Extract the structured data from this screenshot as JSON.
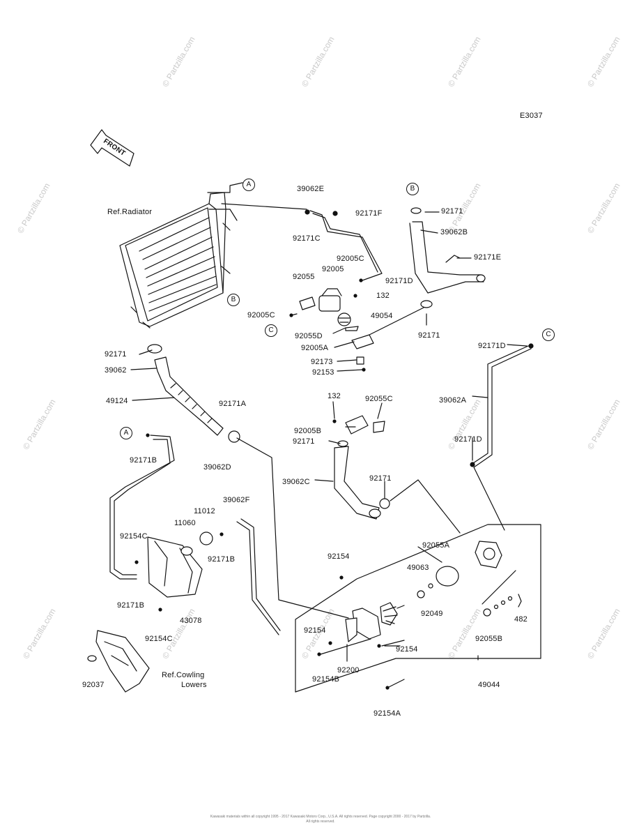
{
  "diagram_code": "E3037",
  "front_label": "FRONT",
  "watermark": "© Partzilla.com",
  "refs": {
    "radiator": "Ref.Radiator",
    "cowling_line1": "Ref.Cowling",
    "cowling_line2": "Lowers"
  },
  "markers": {
    "A": "A",
    "B": "B",
    "C": "C"
  },
  "parts": {
    "p39062E": "39062E",
    "p92171F": "92171F",
    "p92171C": "92171C",
    "p92005C_top": "92005C",
    "p92005": "92005",
    "p92055": "92055",
    "p92171D_top": "92171D",
    "p132_top": "132",
    "p92005C_left": "92005C",
    "p49054": "49054",
    "p92055D": "92055D",
    "p92005A": "92005A",
    "p92173": "92173",
    "p92153": "92153",
    "p92171_top_right": "92171",
    "p39062B": "39062B",
    "p92171E": "92171E",
    "p92171_mid_right": "92171",
    "p92171D_right": "92171D",
    "p39062A": "39062A",
    "p92171D_lower": "92171D",
    "p92171_left": "92171",
    "p39062": "39062",
    "p49124": "49124",
    "p92171A": "92171A",
    "p132_mid": "132",
    "p92055C": "92055C",
    "p92005B": "92005B",
    "p92171_mid": "92171",
    "p39062C": "39062C",
    "p92171_lower_mid": "92171",
    "p92171B_a": "92171B",
    "p39062D": "39062D",
    "p11012": "11012",
    "p11060": "11060",
    "p39062F": "39062F",
    "p92154C_a": "92154C",
    "p92171B_b": "92171B",
    "p92171B_c": "92171B",
    "p43078": "43078",
    "p92154C_b": "92154C",
    "p92037": "92037",
    "p92055A": "92055A",
    "p92154_top": "92154",
    "p49063": "49063",
    "p92049": "92049",
    "p482": "482",
    "p92055B": "92055B",
    "p92154_left": "92154",
    "p92154_right": "92154",
    "p92200": "92200",
    "p92154B": "92154B",
    "p49044": "49044",
    "p92154A": "92154A"
  },
  "footer": "Kawasaki materials within all copyright 1995 - 2017 Kawasaki Motors Corp., U.S.A. All rights reserved. Page copyright 2000 - 2017 by Partzilla. All rights reserved."
}
